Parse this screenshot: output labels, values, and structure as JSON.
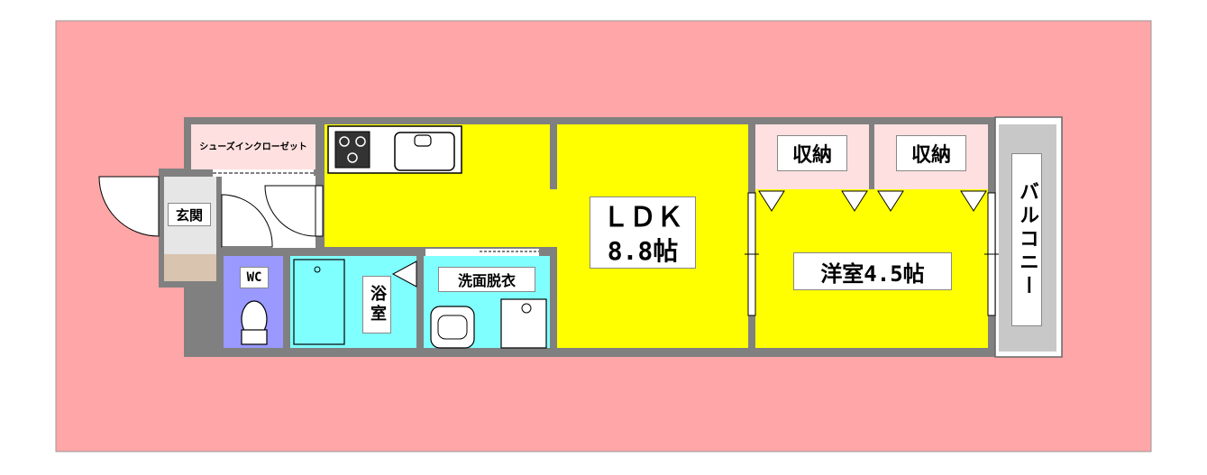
{
  "rooms": {
    "shoe_closet": "シューズインクローゼット",
    "genkan": "玄関",
    "wc": "WC",
    "bath": "浴室",
    "washroom": "洗面脱衣",
    "ldk_name": "ＬＤＫ",
    "ldk_size": "8.8帖",
    "storage_1": "収納",
    "storage_2": "収納",
    "western_room": "洋室4.5帖",
    "balcony": "バルコニー"
  },
  "colors": {
    "site": "#ffa6a8",
    "wall": "#808080",
    "ldk": "#ffff00",
    "storage": "#ffe0e0",
    "wc": "#9999ff",
    "water": "#80ffff",
    "genkan": "#e6e6e6",
    "balcony": "#c8c8c8",
    "entry_floor": "#d9c4b0"
  }
}
